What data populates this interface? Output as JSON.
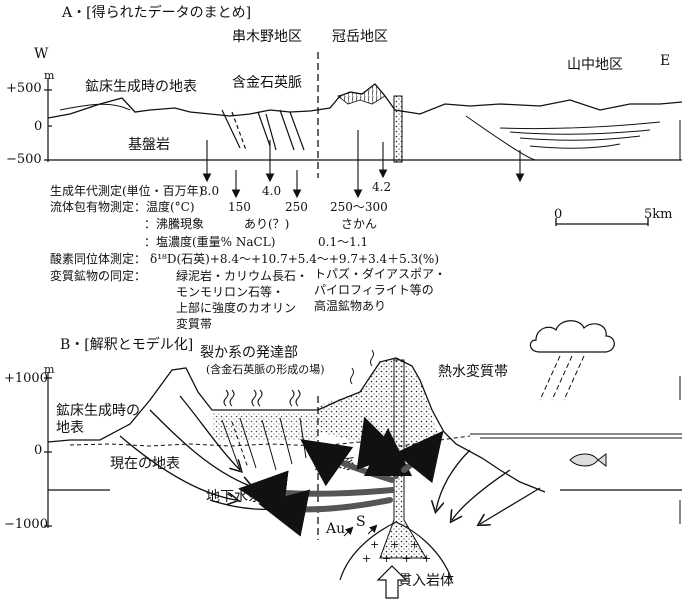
{
  "panel_a": {
    "title": "A・[得られたデータのまとめ]",
    "west": "W",
    "east": "E",
    "unit_m": "m",
    "y_plus500": "+500",
    "y_0": "0",
    "y_minus500": "−500",
    "areas": {
      "kushikino": "串木野地区",
      "kanmuridake": "冠岳地区",
      "yamanaka": "山中地区"
    },
    "vein_label": "含金石英脈",
    "surface_label": "鉱床生成時の地表",
    "basement_label": "基盤岩",
    "scale": {
      "zero": "0",
      "five": "5km"
    },
    "data_rows": {
      "age_label": "生成年代測定(単位・百万年)",
      "age_values": [
        "8.0",
        "4.0",
        "4.2"
      ],
      "fluid_label": "流体包有物測定：温度(°C)",
      "temp_values": [
        "150",
        "250",
        "250〜300"
      ],
      "boiling_label": "：沸騰現象",
      "boiling_value": "あり(？)",
      "boiling_right": "さかん",
      "salinity_label": "：塩濃度(重量% NaCL)",
      "salinity_value": "0.1〜1.1",
      "isotope_label": "酸素同位体測定：",
      "isotope_value": "δ¹⁸D(石英)+8.4〜+10.7+5.4〜+9.7+3.4＋5.3(%)",
      "alteration_label": "変質鉱物の同定：",
      "alteration_left": [
        "緑泥岩・カリウム長石・",
        "モンモリロン石等・",
        "上部に強度のカオリン",
        "変質帯"
      ],
      "alteration_right": [
        "トパズ・ダイアスポア・",
        "パイロフィライト等の",
        "高温鉱物あり"
      ]
    }
  },
  "panel_b": {
    "title": "B・[解釈とモデル化]",
    "unit_m": "m",
    "y_plus1000": "+1000",
    "y_0": "0",
    "y_minus1000": "−1000",
    "fissure_label": "裂か系の発達部",
    "fissure_sub": "(含金石英脈の形成の場)",
    "hydrothermal_zone": "熱水変質帯",
    "surface_then": [
      "鉱床生成時の",
      "地表"
    ],
    "surface_now": "現在の地表",
    "hydrothermal_system": "熱水系",
    "groundwater_system": "地下水系",
    "au": "Au",
    "s": "S",
    "intrusive": "貫入岩体"
  }
}
